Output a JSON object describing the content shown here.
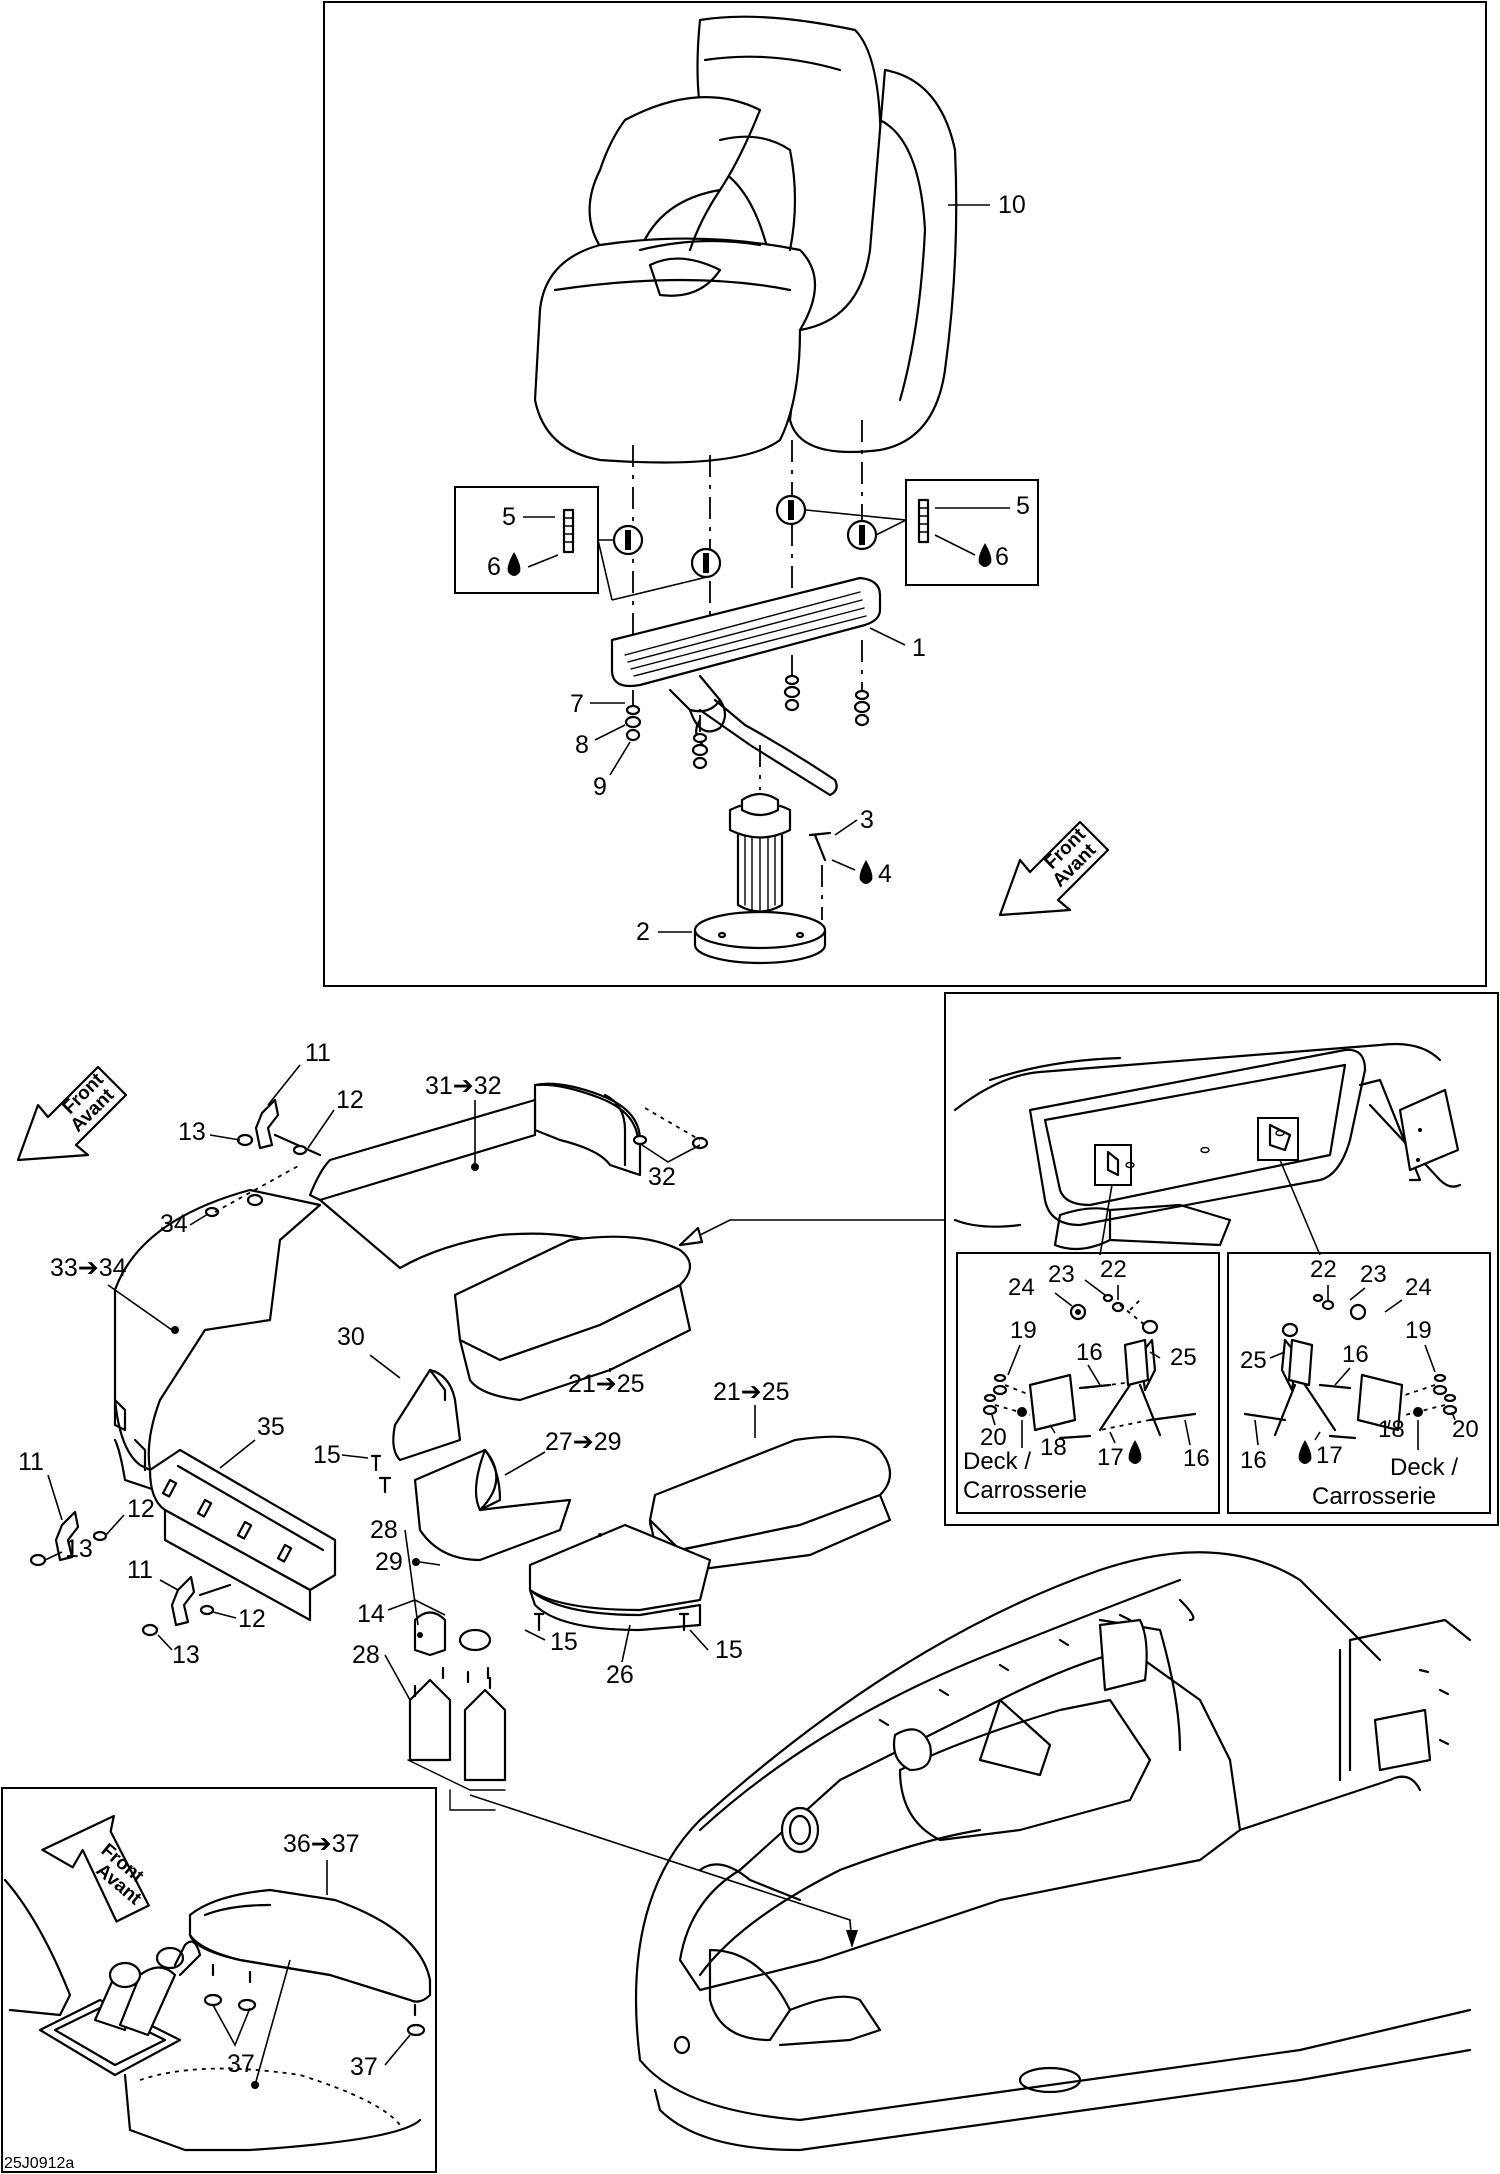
{
  "diagram_code": "25J0912a",
  "front_arrow": {
    "line1": "Front",
    "line2": "Avant"
  },
  "deck_label": {
    "line1": "Deck /",
    "line2": "Carrosserie"
  },
  "callouts": {
    "c1": "1",
    "c2": "2",
    "c3": "3",
    "c4": "4",
    "c5": "5",
    "c6": "6",
    "c7": "7",
    "c8": "8",
    "c9": "9",
    "c10": "10",
    "c11": "11",
    "c12": "12",
    "c13": "13",
    "c14": "14",
    "c15": "15",
    "c16": "16",
    "c17": "17",
    "c18": "18",
    "c19": "19",
    "c20": "20",
    "c22": "22",
    "c23": "23",
    "c24": "24",
    "c25": "25",
    "c26": "26",
    "c28": "28",
    "c29": "29",
    "c30": "30",
    "c32": "32",
    "c34": "34",
    "c35": "35",
    "c37": "37",
    "r21_25": "21➔25",
    "r27_29": "27➔29",
    "r31_32": "31➔32",
    "r33_34": "33➔34",
    "r36_37": "36➔37"
  },
  "icons": {
    "sealant": "drop-icon",
    "front": "front-arrow-icon"
  }
}
